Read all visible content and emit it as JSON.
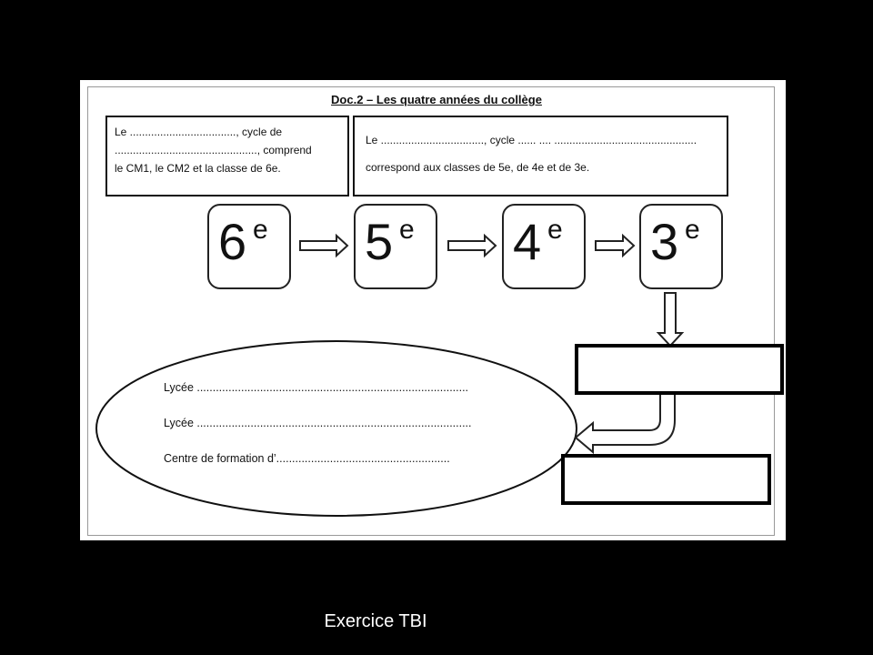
{
  "document": {
    "title": "Doc.2 – Les quatre années du collège",
    "box_left": {
      "line1": "Le  ..................................., cycle de",
      "line2": "..............................................., comprend",
      "line3": "le CM1,  le CM2 et la classe de 6e."
    },
    "box_right": {
      "line1": "Le .................................., cycle  ......  ....  ...............................................",
      "line2": "correspond aux classes de 5e, de 4e et de 3e."
    },
    "grades": [
      {
        "num": "6",
        "sup": "e"
      },
      {
        "num": "5",
        "sup": "e"
      },
      {
        "num": "4",
        "sup": "e"
      },
      {
        "num": "3",
        "sup": "e"
      }
    ],
    "oval_lines": [
      "Lycée ......................................................................................",
      "Lycée .......................................................................................",
      "Centre de formation d’......................................................."
    ]
  },
  "caption": "Exercice TBI"
}
